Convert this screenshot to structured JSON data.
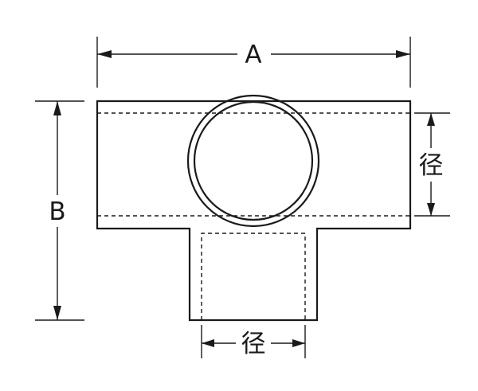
{
  "labels": {
    "width": "A",
    "height": "B",
    "diameter_right": "径",
    "diameter_bottom": "径"
  }
}
